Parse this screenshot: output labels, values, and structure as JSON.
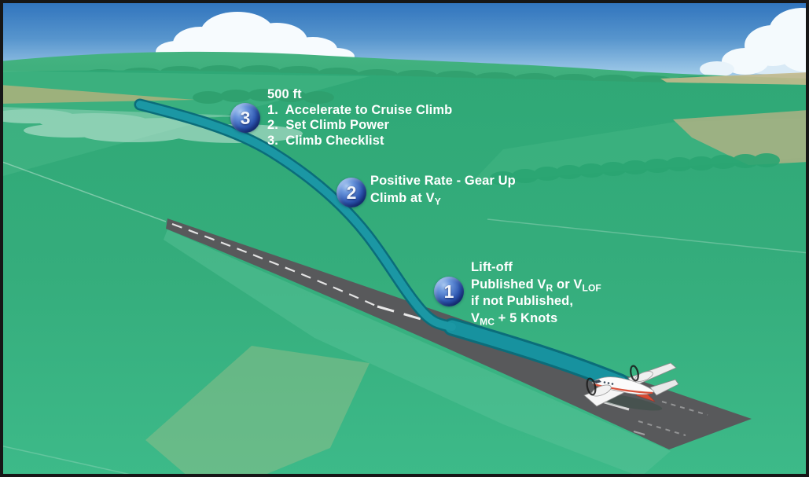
{
  "figure": {
    "description": "Normal takeoff and climb profile diagram with runway, climb-out flight path, twin-engine airplane and three numbered procedure callouts"
  },
  "palette": {
    "sky_top": "#2e72bc",
    "sky_horizon": "#d6ebf7",
    "hill_green": "#3fae7c",
    "ground_green": "#35ad7c",
    "field_tan": "#b5b184",
    "runway_gray": "#58595b",
    "marking_white": "#e9e9e9",
    "flight_path_teal": "#17929f",
    "flight_path_edge": "#0b6d7a",
    "marker_blue_light": "#a9c7ef",
    "marker_blue_dark": "#10267a",
    "airplane_red": "#d84b33",
    "text_white": "#ffffff"
  },
  "annotations": {
    "step3": {
      "number": "3",
      "lines": [
        [
          {
            "t": "500 ft"
          }
        ],
        [
          {
            "t": "1.  Accelerate to Cruise Climb"
          }
        ],
        [
          {
            "t": "2.  Set Climb Power"
          }
        ],
        [
          {
            "t": "3.  Climb Checklist"
          }
        ]
      ]
    },
    "step2": {
      "number": "2",
      "lines": [
        [
          {
            "t": "Positive Rate - Gear Up"
          }
        ],
        [
          {
            "t": "Climb at V"
          },
          {
            "t": "Y",
            "sub": true
          }
        ]
      ]
    },
    "step1": {
      "number": "1",
      "lines": [
        [
          {
            "t": "Lift-off"
          }
        ],
        [
          {
            "t": "Published V"
          },
          {
            "t": "R",
            "sub": true
          },
          {
            "t": " or V"
          },
          {
            "t": "LOF",
            "sub": true
          }
        ],
        [
          {
            "t": "if not Published,"
          }
        ],
        [
          {
            "t": "V"
          },
          {
            "t": "MC",
            "sub": true
          },
          {
            "t": " + 5 Knots"
          }
        ]
      ]
    }
  }
}
